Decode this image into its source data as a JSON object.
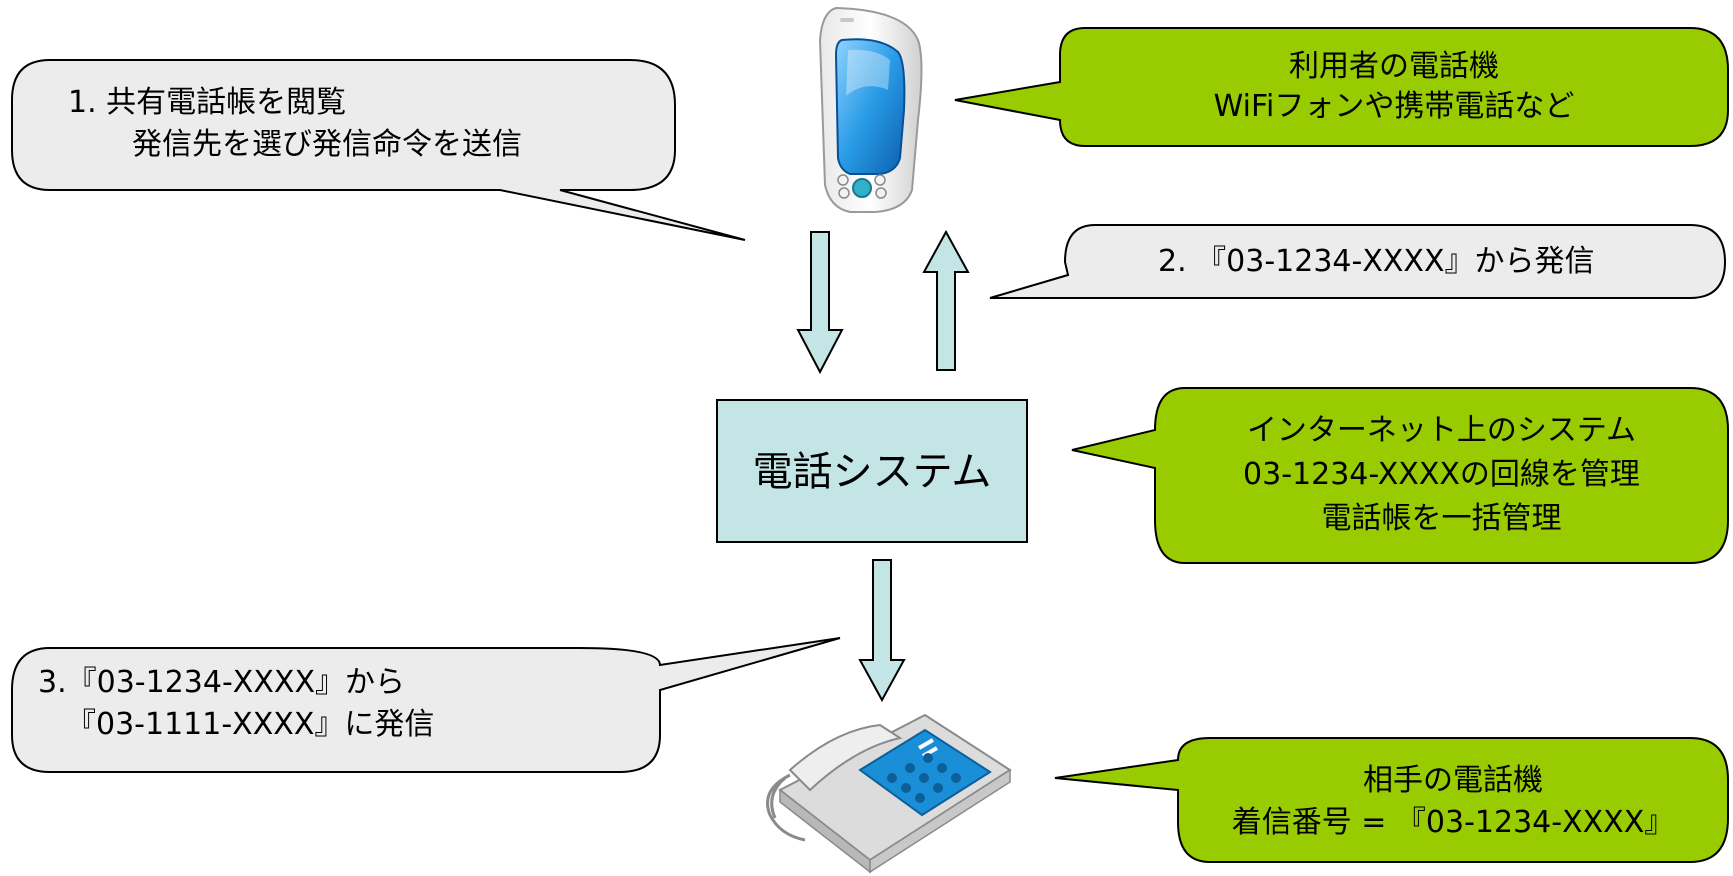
{
  "callouts": {
    "step1": {
      "line1": "1. 共有電話帳を閲覧",
      "line2": "発信先を選び発信命令を送信"
    },
    "step2": {
      "text": "2. 『03-1234-XXXX』から発信"
    },
    "step3": {
      "line1": "3.『03-1234-XXXX』から",
      "line2": "『03-1111-XXXX』に発信"
    },
    "user_phone": {
      "line1": "利用者の電話機",
      "line2": "WiFiフォンや携帯電話など"
    },
    "system_desc": {
      "line1": "インターネット上のシステム",
      "line2": "03-1234-XXXXの回線を管理",
      "line3": "電話帳を一括管理"
    },
    "callee_phone": {
      "line1": "相手の電話機",
      "line2": "着信番号 = 『03-1234-XXXX』"
    }
  },
  "system_box": {
    "label": "電話システム"
  },
  "colors": {
    "green_callout": "#99cc00",
    "gray_callout": "#ececec",
    "system_box": "#c4e5e6",
    "arrow_fill": "#c4e5e6",
    "phone_blue": "#1a8fd8"
  },
  "icons": {
    "mobile": "mobile-phone-icon",
    "desk": "desk-phone-icon"
  }
}
